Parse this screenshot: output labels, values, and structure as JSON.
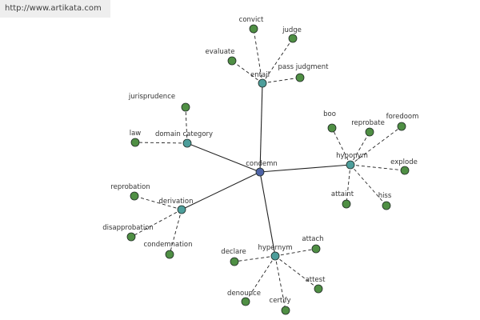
{
  "watermark": "http://www.artikata.com",
  "colors": {
    "center_node": "#4e63a6",
    "relation_node": "#4d9e9b",
    "leaf_node": "#4f8f44",
    "edge": "#222222",
    "label": "#333333"
  },
  "graph": {
    "center": {
      "id": "condemn",
      "label": "condemn"
    },
    "relations": [
      {
        "id": "entail",
        "label": "entail",
        "leaves": [
          {
            "id": "convict",
            "label": "convict"
          },
          {
            "id": "judge",
            "label": "judge"
          },
          {
            "id": "evaluate",
            "label": "evaluate"
          },
          {
            "id": "pass-judgment",
            "label": "pass judgment"
          }
        ]
      },
      {
        "id": "domain-category",
        "label": "domain category",
        "leaves": [
          {
            "id": "jurisprudence",
            "label": "jurisprudence"
          },
          {
            "id": "law",
            "label": "law"
          }
        ]
      },
      {
        "id": "hyponym",
        "label": "hyponym",
        "leaves": [
          {
            "id": "boo",
            "label": "boo"
          },
          {
            "id": "reprobate",
            "label": "reprobate"
          },
          {
            "id": "foredoom",
            "label": "foredoom"
          },
          {
            "id": "explode",
            "label": "explode"
          },
          {
            "id": "attaint",
            "label": "attaint"
          },
          {
            "id": "hiss",
            "label": "hiss"
          }
        ]
      },
      {
        "id": "derivation",
        "label": "derivation",
        "leaves": [
          {
            "id": "reprobation",
            "label": "reprobation"
          },
          {
            "id": "disapprobation",
            "label": "disapprobation"
          },
          {
            "id": "condemnation",
            "label": "condemnation"
          }
        ]
      },
      {
        "id": "hypernym",
        "label": "hypernym",
        "leaves": [
          {
            "id": "declare",
            "label": "declare"
          },
          {
            "id": "attach",
            "label": "attach"
          },
          {
            "id": "attest",
            "label": "attest"
          },
          {
            "id": "denounce",
            "label": "denounce"
          },
          {
            "id": "certify",
            "label": "certify"
          }
        ]
      }
    ]
  }
}
